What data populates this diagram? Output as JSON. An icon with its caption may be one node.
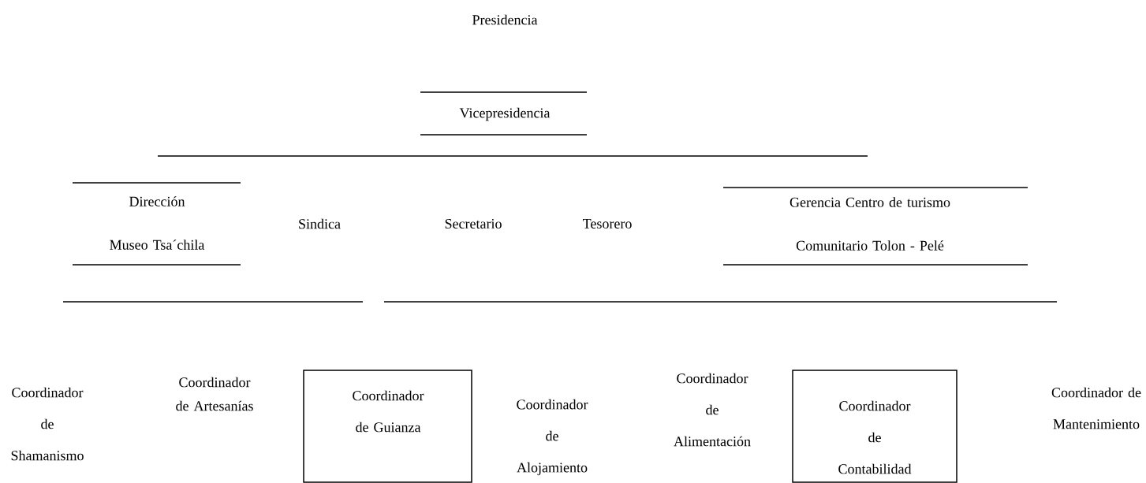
{
  "diagram": {
    "nodes": [
      {
        "text": [
          "Presidencia"
        ]
      },
      {
        "text": [
          "Vicepresidencia"
        ]
      },
      {
        "text": [
          "Dirección Museo Tsa´chila"
        ]
      },
      {
        "text": [
          "Sindica"
        ]
      },
      {
        "text": [
          "Secretario"
        ]
      },
      {
        "text": [
          "Tesorero"
        ]
      },
      {
        "text": [
          "Gerencia Centro de turismo Comunitario Tolon - Pelé"
        ]
      },
      {
        "text": [
          "Coordinador de Shamanismo"
        ]
      },
      {
        "text": [
          "Coordinador de Artesanías"
        ]
      },
      {
        "text": [
          "Coordinador de Guianza"
        ]
      },
      {
        "text": [
          "Coordinador de Alojamiento"
        ]
      },
      {
        "text": [
          "Coordinador de Alimentación"
        ]
      },
      {
        "text": [
          "Coordinador de Contabilidad"
        ]
      },
      {
        "text": [
          "Coordinador de Mantenimiento"
        ]
      }
    ]
  }
}
